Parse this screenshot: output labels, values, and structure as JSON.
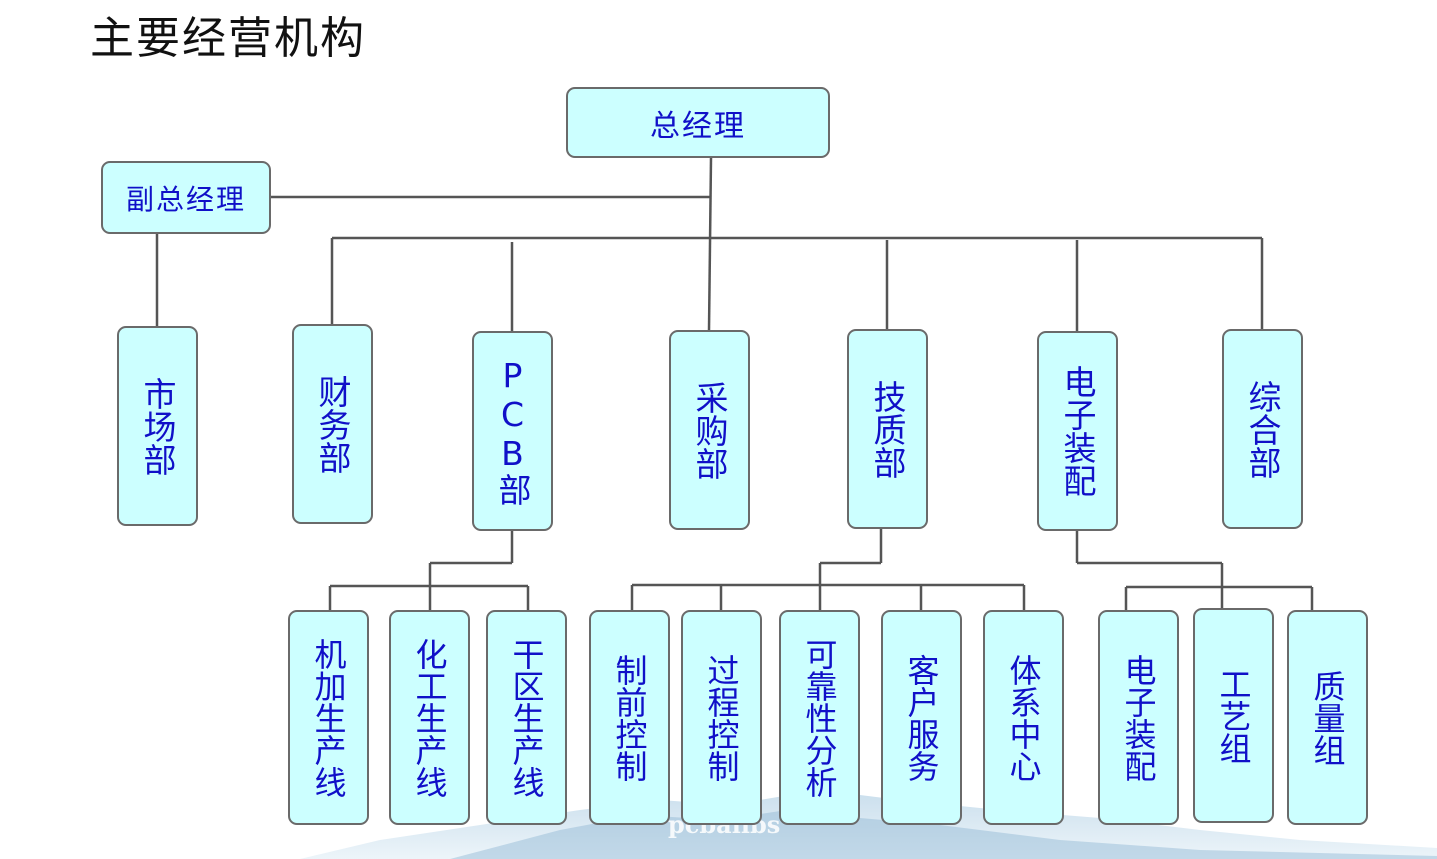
{
  "title": "主要经营机构",
  "top": {
    "gm": "总经理",
    "deputy": "副总经理"
  },
  "departments": {
    "market": "市场部",
    "finance": "财务部",
    "pcb": "PCB部",
    "purchase": "采购部",
    "tech": "技质部",
    "assembly": "电子装配",
    "general": "综合部"
  },
  "pcb_units": [
    "机加生产线",
    "化工生产线",
    "干区生产线"
  ],
  "tech_units": [
    "制前控制",
    "过程控制",
    "可靠性分析",
    "客户服务",
    "体系中心"
  ],
  "assembly_units": [
    "电子装配",
    "工艺组",
    "质量组"
  ],
  "watermark": "pcbalibs"
}
